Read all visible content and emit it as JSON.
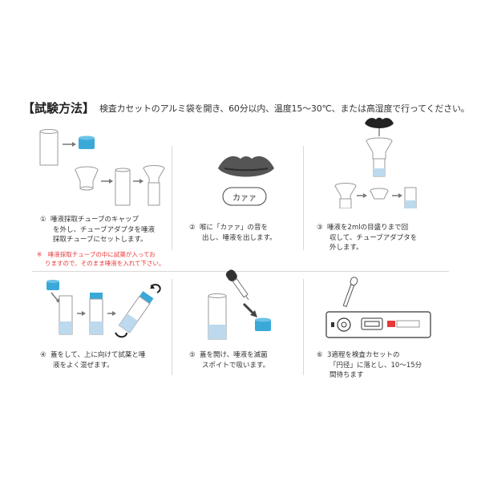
{
  "header": {
    "title": "【試験方法】",
    "description": "検査カセットのアルミ袋を開き、60分以内、温度15～30℃、または高湿度で行ってください。"
  },
  "steps": [
    {
      "number": "①",
      "lines": [
        "唾液採取チューブのキャップ",
        "を外し、チューブアダプタを唾液",
        "採取チューブにセットします。"
      ],
      "note_lines": [
        "※　唾液採取チューブの中に試薬が入ってお",
        "りますので、そのまま唾液を入れて下さい。"
      ]
    },
    {
      "number": "②",
      "lines": [
        "喉に「カァァ」の音を",
        "出し、唾液を出します。"
      ],
      "bubble": "カァァ"
    },
    {
      "number": "③",
      "lines": [
        "唾液を2mlの目盛りまで回",
        "収して、チューブアダプタを",
        "外します。"
      ]
    },
    {
      "number": "④",
      "lines": [
        "蓋をして、上に向けて試薬と唾",
        "液をよく混ぜます。"
      ]
    },
    {
      "number": "⑤",
      "lines": [
        "蓋を開け、唾液を滅菌",
        "スポイトで吸います。"
      ]
    },
    {
      "number": "⑥",
      "lines": [
        "3適程を検査カセットの",
        "「円径」に落とし、10～15分",
        "間待ちます"
      ]
    }
  ],
  "colors": {
    "accent": "#3aa9d8",
    "lips": "#555555",
    "note": "#e83a3a",
    "liquid": "#bcd9ee"
  }
}
